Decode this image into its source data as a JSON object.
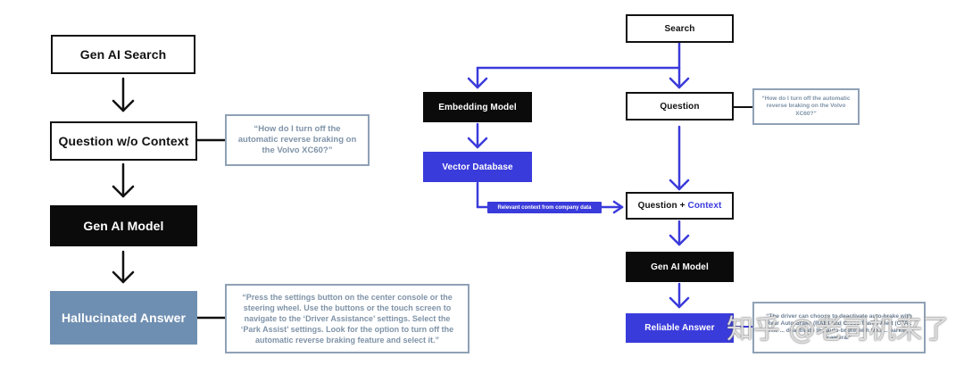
{
  "left_flow": {
    "search_label": "Gen AI Search",
    "question_label": "Question w/o Context",
    "question_note": "“How do I turn off the automatic reverse braking on the Volvo XC60?”",
    "model_label": "Gen AI Model",
    "answer_label": "Hallucinated Answer",
    "answer_note": "“Press the settings button on the center console or the steering wheel. Use the buttons or the touch screen to navigate to the ‘Driver Assistance’ settings. Select the ‘Park Assist’ settings. Look for the option to turn off the automatic reverse braking feature and select it.”"
  },
  "right_flow": {
    "search_label": "Search",
    "embedding_label": "Embedding Model",
    "question_label": "Question",
    "question_note": "“How do I turn off the automatic reverse braking on the Volvo XC60?”",
    "vector_db_label": "Vector Database",
    "context_tag": "Relevant context from company data",
    "question_context_prefix": "Question +",
    "question_context_accent": "Context",
    "model_label": "Gen AI Model",
    "answer_label": "Reliable Answer",
    "answer_note": "“The driver can choose to deactivate auto-brake with Rear Auto Brake (RAB) and Cross Traffic Alert (CTA). The ... deactivate the auto-brake with this ... parking camera.”"
  },
  "watermark": "知乎 @老司机来了",
  "colors": {
    "accent_blue": "#3a3bdb",
    "dark_box": "#0b0b0b",
    "hallucinated_box": "#6f8fb2",
    "note_border": "#8fa1b6",
    "note_text": "#7f93a8"
  }
}
